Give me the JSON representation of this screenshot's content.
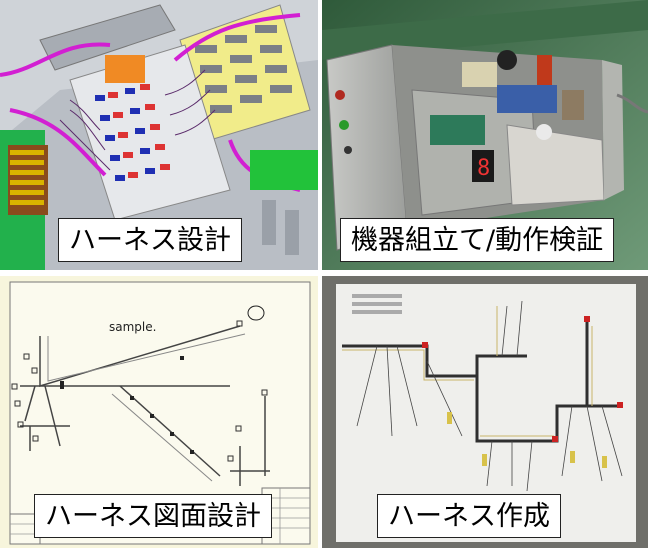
{
  "panels": [
    {
      "id": "harness-design",
      "caption": "ハーネス設計"
    },
    {
      "id": "equipment-assembly",
      "caption": "機器組立て/動作検証"
    },
    {
      "id": "harness-drawing",
      "caption": "ハーネス図面設計",
      "drawing_label": "sample."
    },
    {
      "id": "harness-fabrication",
      "caption": "ハーネス作成"
    }
  ]
}
